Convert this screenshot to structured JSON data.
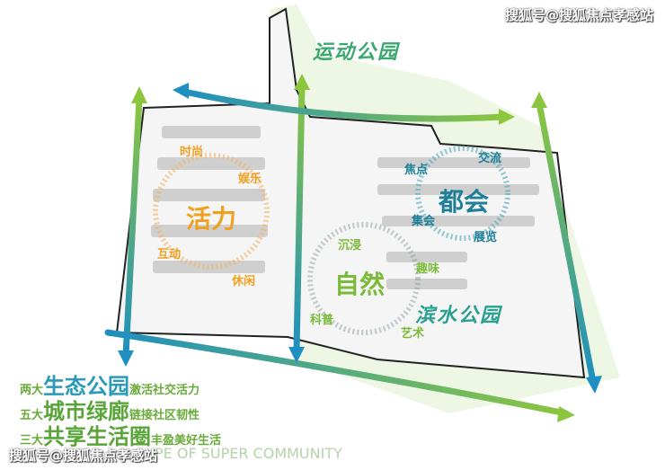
{
  "parks": {
    "sports": "运动公园",
    "waterfront": "滨水公园"
  },
  "vitality": {
    "title": "活力",
    "tags": [
      "时尚",
      "娱乐",
      "互动",
      "休闲"
    ]
  },
  "urban": {
    "title": "都会",
    "tags": [
      "焦点",
      "交流",
      "集会",
      "展览"
    ]
  },
  "nature": {
    "title": "自然",
    "tags": [
      "沉浸",
      "趣味",
      "科普",
      "艺术"
    ]
  },
  "lines": [
    {
      "prefix": "两大",
      "key": "生态公园",
      "suffix": "激活社交活力"
    },
    {
      "prefix": "五大",
      "key": "城市绿廊",
      "suffix": "链接社区韧性"
    },
    {
      "prefix": "三大",
      "key": "共享生活圈",
      "suffix": "丰盈美好生活"
    }
  ],
  "subtitle": "PE OF SUPER COMMUNITY",
  "watermark": "搜狐号@搜狐焦点孝感站",
  "colors": {
    "orange": "#f0a020",
    "teal": "#1d7f98",
    "green": "#7bbb3a",
    "arrowBlue": "#1e8fc0"
  }
}
